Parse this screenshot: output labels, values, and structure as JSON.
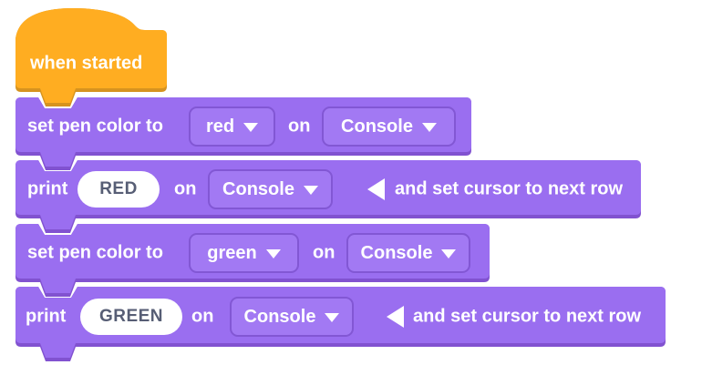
{
  "colors": {
    "block_purple": "#9a6ef0",
    "block_purple_dark": "#8152d0",
    "hat_orange": "#ffad21",
    "hat_orange_dark": "#d6931f",
    "field_text": "#575e75",
    "white": "#ffffff"
  },
  "hat": {
    "label": "when started"
  },
  "blocks": [
    {
      "label": "set pen color to",
      "color": "red",
      "on": "on",
      "target": "Console"
    },
    {
      "label": "print",
      "value": "RED",
      "on": "on",
      "target": "Console",
      "suffix": "and set cursor to next row"
    },
    {
      "label": "set pen color to",
      "color": "green",
      "on": "on",
      "target": "Console"
    },
    {
      "label": "print",
      "value": "GREEN",
      "on": "on",
      "target": "Console",
      "suffix": "and set cursor to next row"
    }
  ]
}
